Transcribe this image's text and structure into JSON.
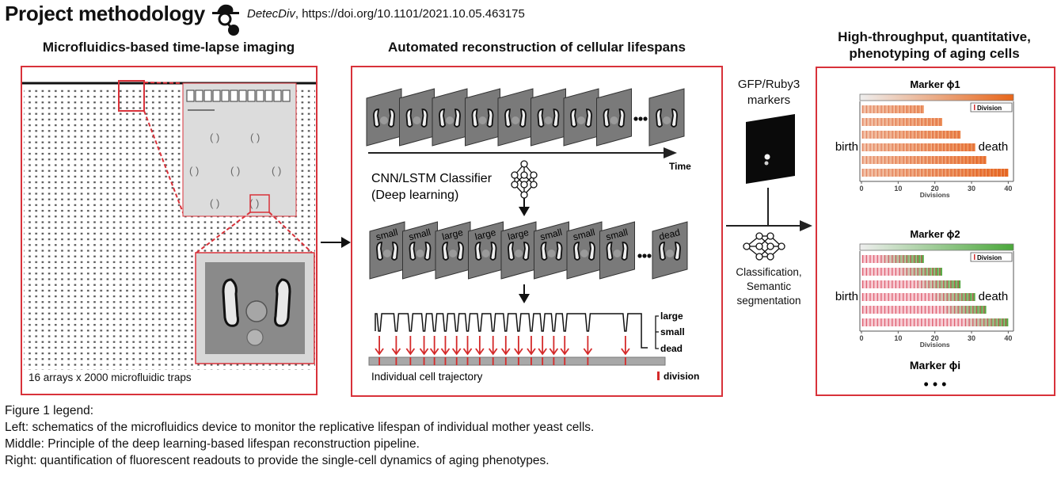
{
  "header": {
    "title": "Project methodology",
    "logo_icon": "detective-magnifier-icon",
    "software_name": "DetecDiv",
    "doi_text": ", https://doi.org/10.1101/2021.10.05.463175"
  },
  "left_panel": {
    "heading": "Microfluidics-based time-lapse imaging",
    "caption": "16 arrays x 2000 microfluidic traps"
  },
  "middle_panel": {
    "heading": "Automated reconstruction of cellular lifespans",
    "time_label": "Time",
    "classifier_label_line1": "CNN/LSTM Classifier",
    "classifier_label_line2": "(Deep learning)",
    "frame_labels": [
      "small",
      "small",
      "large",
      "large",
      "large",
      "small",
      "small",
      "small",
      "dead"
    ],
    "state_levels": [
      "large",
      "small",
      "dead"
    ],
    "trajectory_label": "Individual cell trajectory",
    "division_legend": "division"
  },
  "connector": {
    "markers_line1": "GFP/Ruby3",
    "markers_line2": "markers",
    "method_line1": "Classification,",
    "method_line2": "Semantic",
    "method_line3": "segmentation"
  },
  "right_panel": {
    "heading_line1": "High-throughput, quantitative,",
    "heading_line2": "phenotyping of aging cells",
    "more_markers_label": "Marker ϕi",
    "ellipsis": "• • •"
  },
  "chart_data": [
    {
      "type": "bar",
      "title": "Marker ϕ1",
      "orientation": "horizontal",
      "xlabel": "Divisions",
      "xlim": [
        0,
        41
      ],
      "xticks": [
        0,
        10,
        20,
        30,
        40
      ],
      "legend": "Division",
      "legend_position": "top-right",
      "left_annotation": "birth",
      "right_annotation": "death",
      "color_scale": [
        "#f4d9cc",
        "#e8661a"
      ],
      "series": [
        {
          "name": "cell lifespans",
          "values": [
            17,
            22,
            27,
            31,
            34,
            40
          ]
        }
      ]
    },
    {
      "type": "bar",
      "title": "Marker ϕ2",
      "orientation": "horizontal",
      "xlabel": "Divisions",
      "xlim": [
        0,
        41
      ],
      "xticks": [
        0,
        10,
        20,
        30,
        40
      ],
      "legend": "Division",
      "legend_position": "top-right",
      "left_annotation": "birth",
      "right_annotation": "death",
      "color_scale": [
        "#f6c7cf",
        "#4aa83a"
      ],
      "series": [
        {
          "name": "cell lifespans",
          "values": [
            17,
            22,
            27,
            31,
            34,
            40
          ]
        }
      ]
    }
  ],
  "trajectory": {
    "division_positions_fraction": [
      0.035,
      0.092,
      0.14,
      0.186,
      0.221,
      0.258,
      0.296,
      0.333,
      0.374,
      0.419,
      0.462,
      0.505,
      0.548,
      0.586,
      0.624,
      0.661,
      0.739,
      0.866
    ]
  },
  "figure_legend": {
    "heading": "Figure 1 legend:",
    "left": "Left: schematics of the microfluidics device to monitor the replicative lifespan of individual mother yeast cells.",
    "middle": "Middle: Principle of the deep learning-based lifespan reconstruction pipeline.",
    "right": "Right: quantification of fluorescent readouts to provide the single-cell dynamics of aging phenotypes."
  },
  "colors": {
    "panel_border": "#d8323a",
    "division_red": "#d42a2a",
    "orange_marker": "#e8661a",
    "green_marker": "#4aa83a"
  }
}
